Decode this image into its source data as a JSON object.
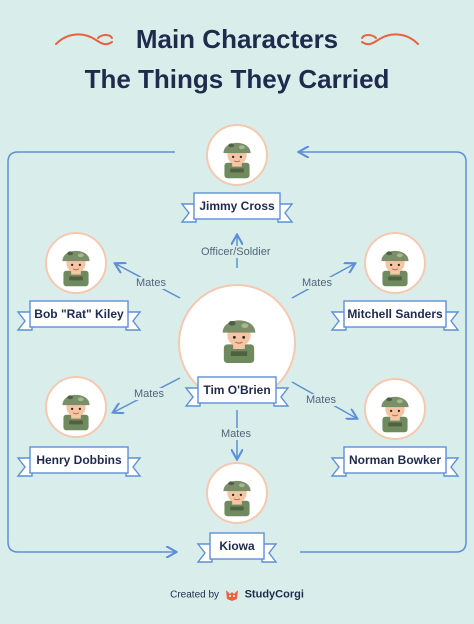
{
  "title": {
    "line1": "Main Characters",
    "line2": "The Things They Carried"
  },
  "characters": {
    "jimmy": "Jimmy Cross",
    "bob": "Bob \"Rat\" Kiley",
    "mitchell": "Mitchell Sanders",
    "tim": "Tim O'Brien",
    "henry": "Henry Dobbins",
    "norman": "Norman Bowker",
    "kiowa": "Kiowa"
  },
  "relations": {
    "tim_jimmy": "Officer/Soldier",
    "tim_bob": "Mates",
    "tim_mitchell": "Mates",
    "tim_henry": "Mates",
    "tim_norman": "Mates",
    "tim_kiowa": "Mates"
  },
  "footer": {
    "created_by": "Created by",
    "brand": "StudyCorgi"
  },
  "colors": {
    "background": "#d9eeeb",
    "title": "#1f2a4d",
    "ribbon_fill": "#ffffff",
    "ribbon_stroke": "#5d8fd6",
    "accent": "#e8623e",
    "helmet": "#7a8e6a"
  }
}
